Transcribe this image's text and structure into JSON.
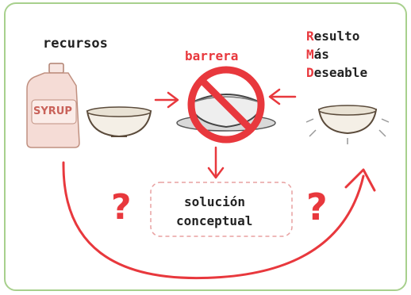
{
  "labels": {
    "resources": "recursos",
    "barrier": "barrera",
    "solution_line1": "solución",
    "solution_line2": "conceptual",
    "question_left": "?",
    "question_right": "?",
    "syrup": "SYRUP"
  },
  "ideal_result": [
    {
      "first": "R",
      "rest": "esulto"
    },
    {
      "first": "M",
      "rest": "ás"
    },
    {
      "first": "D",
      "rest": "eseable"
    }
  ],
  "colors": {
    "accent_red": "#e8383d",
    "frame_green": "#a8d08d",
    "text": "#222222",
    "sketch": "#5a4a3a"
  },
  "icons": [
    "syrup-bottle-icon",
    "empty-bowl-icon",
    "blocked-bowl-icon",
    "ideal-bowl-icon"
  ]
}
